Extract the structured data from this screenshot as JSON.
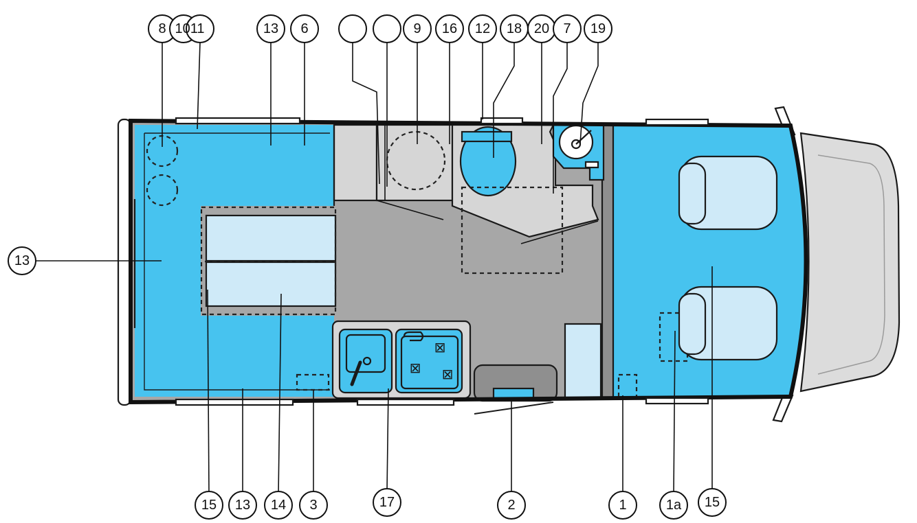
{
  "colors": {
    "blue_zone": "#47c3ef",
    "light_blue": "#cfeaf8",
    "grey_floor": "#a7a7a7",
    "light_grey": "#d6d6d6",
    "cab_grey": "#dcdcdc",
    "wall": "#111111"
  },
  "labels": {
    "top_8": "8",
    "top_10_11": "1011",
    "top_13": "13",
    "top_6": "6",
    "top_blank_a": "",
    "top_blank_b": "",
    "top_9": "9",
    "top_16": "16",
    "top_12": "12",
    "top_18": "18",
    "top_20": "20",
    "top_7": "7",
    "top_19": "19",
    "left_13": "13",
    "bottom_15": "15",
    "bottom_13": "13",
    "bottom_14": "14",
    "bottom_3": "3",
    "bottom_17": "17",
    "bottom_2": "2",
    "bottom_1": "1",
    "bottom_1a": "1a",
    "bottom_15b": "15"
  }
}
